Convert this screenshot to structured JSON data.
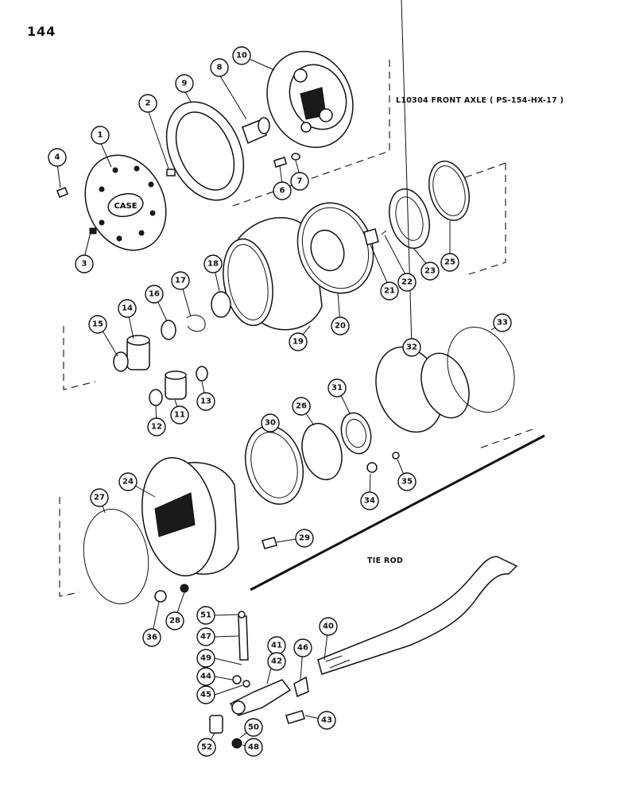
{
  "page_number": "144",
  "section_title": "L10304 FRONT AXLE ( PS-154-HX-17 )",
  "tie_rod_title": "TIE ROD",
  "hub_logo_text": "CASE",
  "callouts": [
    "1",
    "2",
    "3",
    "4",
    "6",
    "7",
    "8",
    "9",
    "10",
    "11",
    "12",
    "13",
    "14",
    "15",
    "16",
    "17",
    "18",
    "19",
    "20",
    "21",
    "22",
    "23",
    "24",
    "25",
    "26",
    "27",
    "28",
    "29",
    "30",
    "31",
    "32",
    "33",
    "34",
    "35",
    "36",
    "40",
    "41",
    "42",
    "43",
    "44",
    "45",
    "46",
    "47",
    "48",
    "49",
    "50",
    "51",
    "52"
  ]
}
